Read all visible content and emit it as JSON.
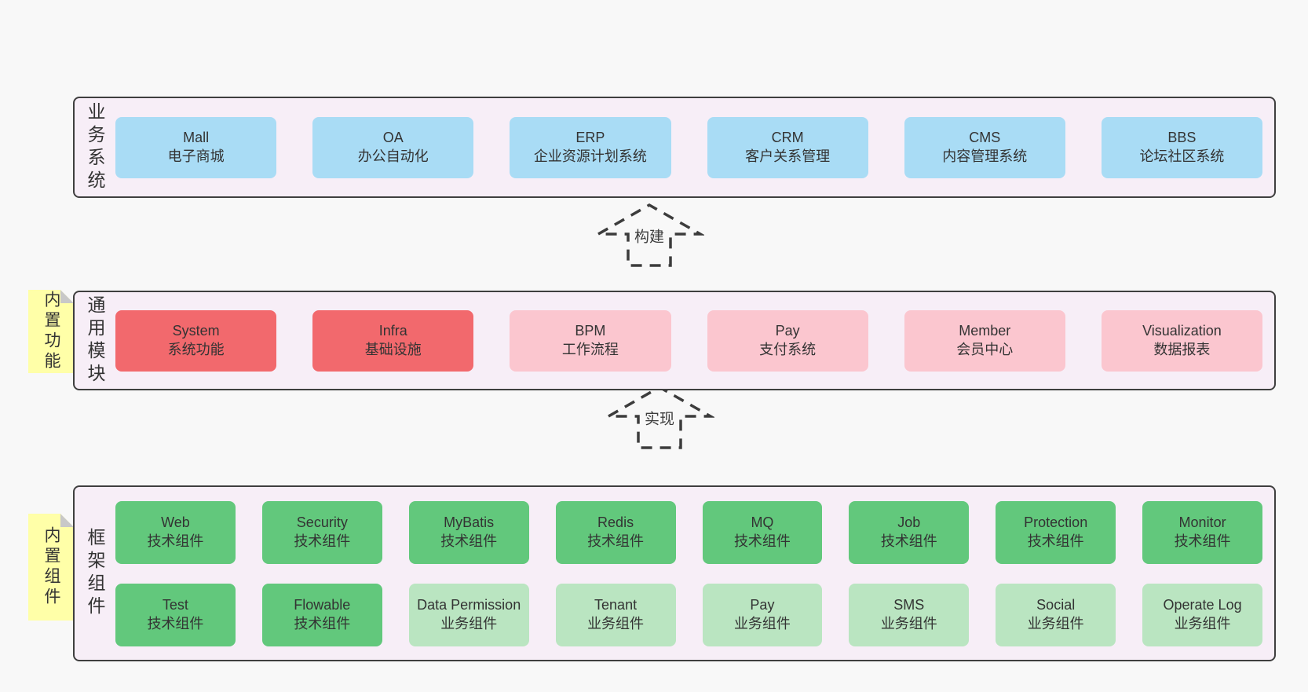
{
  "colors": {
    "page_bg": "#f8f8f8",
    "panel_bg": "#f7eef7",
    "panel_border": "#3f3f3f",
    "business_box": "#a9dcf5",
    "module_core_box": "#f2696d",
    "module_box": "#fbc6cf",
    "tech_component_box": "#62c87c",
    "biz_component_box": "#bae5c1",
    "sticky_note": "#ffffa8",
    "sticky_fold": "#c8c8c8",
    "text": "#333333"
  },
  "panels": [
    {
      "label": "业务系统",
      "rows": [
        [
          {
            "title": "Mall",
            "subtitle": "电子商城",
            "color": "#a9dcf5"
          },
          {
            "title": "OA",
            "subtitle": "办公自动化",
            "color": "#a9dcf5"
          },
          {
            "title": "ERP",
            "subtitle": "企业资源计划系统",
            "color": "#a9dcf5"
          },
          {
            "title": "CRM",
            "subtitle": "客户关系管理",
            "color": "#a9dcf5"
          },
          {
            "title": "CMS",
            "subtitle": "内容管理系统",
            "color": "#a9dcf5"
          },
          {
            "title": "BBS",
            "subtitle": "论坛社区系统",
            "color": "#a9dcf5"
          }
        ]
      ]
    },
    {
      "label": "通用模块",
      "rows": [
        [
          {
            "title": "System",
            "subtitle": "系统功能",
            "color": "#f2696d"
          },
          {
            "title": "Infra",
            "subtitle": "基础设施",
            "color": "#f2696d"
          },
          {
            "title": "BPM",
            "subtitle": "工作流程",
            "color": "#fbc6cf"
          },
          {
            "title": "Pay",
            "subtitle": "支付系统",
            "color": "#fbc6cf"
          },
          {
            "title": "Member",
            "subtitle": "会员中心",
            "color": "#fbc6cf"
          },
          {
            "title": "Visualization",
            "subtitle": "数据报表",
            "color": "#fbc6cf"
          }
        ]
      ]
    },
    {
      "label": "框架组件",
      "rows": [
        [
          {
            "title": "Web",
            "subtitle": "技术组件",
            "color": "#62c87c"
          },
          {
            "title": "Security",
            "subtitle": "技术组件",
            "color": "#62c87c"
          },
          {
            "title": "MyBatis",
            "subtitle": "技术组件",
            "color": "#62c87c"
          },
          {
            "title": "Redis",
            "subtitle": "技术组件",
            "color": "#62c87c"
          },
          {
            "title": "MQ",
            "subtitle": "技术组件",
            "color": "#62c87c"
          },
          {
            "title": "Job",
            "subtitle": "技术组件",
            "color": "#62c87c"
          },
          {
            "title": "Protection",
            "subtitle": "技术组件",
            "color": "#62c87c"
          },
          {
            "title": "Monitor",
            "subtitle": "技术组件",
            "color": "#62c87c"
          }
        ],
        [
          {
            "title": "Test",
            "subtitle": "技术组件",
            "color": "#62c87c"
          },
          {
            "title": "Flowable",
            "subtitle": "技术组件",
            "color": "#62c87c"
          },
          {
            "title": "Data Permission",
            "subtitle": "业务组件",
            "color": "#bae5c1"
          },
          {
            "title": "Tenant",
            "subtitle": "业务组件",
            "color": "#bae5c1"
          },
          {
            "title": "Pay",
            "subtitle": "业务组件",
            "color": "#bae5c1"
          },
          {
            "title": "SMS",
            "subtitle": "业务组件",
            "color": "#bae5c1"
          },
          {
            "title": "Social",
            "subtitle": "业务组件",
            "color": "#bae5c1"
          },
          {
            "title": "Operate Log",
            "subtitle": "业务组件",
            "color": "#bae5c1"
          }
        ]
      ]
    }
  ],
  "arrows": [
    {
      "label": "构建"
    },
    {
      "label": "实现"
    }
  ],
  "stickies": [
    {
      "label": "内置功能"
    },
    {
      "label": "内置组件"
    }
  ]
}
